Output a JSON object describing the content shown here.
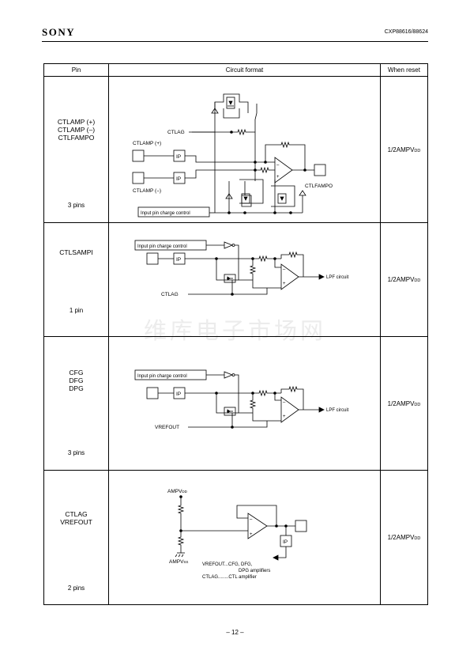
{
  "header": {
    "brand": "SONY",
    "part_number": "CXP88616/88624"
  },
  "watermark": "维库电子市场网",
  "table": {
    "headers": {
      "pin": "Pin",
      "circuit": "Circuit format",
      "reset": "When reset"
    },
    "rows": [
      {
        "pins": [
          "CTLAMP (+)",
          "CTLAMP (–)",
          "CTLFAMPO"
        ],
        "count": "3 pins",
        "reset_main": "1/2AMPV",
        "reset_sub": "DD",
        "circuit": {
          "ctlag": "CTLAG",
          "ctlamp_plus": "CTLAMP (+)",
          "ctlamp_minus": "CTLAMP (–)",
          "ip": "IP",
          "ctlfampo": "CTLFAMPO",
          "charge_control": "Input pin charge control"
        }
      },
      {
        "pins": [
          "CTLSAMPI"
        ],
        "count": "1 pin",
        "reset_main": "1/2AMPV",
        "reset_sub": "DD",
        "circuit": {
          "charge_control": "Input pin charge control",
          "ip": "IP",
          "lpf": "LPF circuit",
          "ref_label": "CTLAG"
        }
      },
      {
        "pins": [
          "CFG",
          "DFG",
          "DPG"
        ],
        "count": "3 pins",
        "reset_main": "1/2AMPV",
        "reset_sub": "DD",
        "circuit": {
          "charge_control": "Input pin charge control",
          "ip": "IP",
          "lpf": "LPF circuit",
          "ref_label": "VREFOUT"
        }
      },
      {
        "pins": [
          "CTLAG",
          "VREFOUT"
        ],
        "count": "2 pins",
        "reset_main": "1/2AMPV",
        "reset_sub": "DD",
        "circuit": {
          "ampvdd_main": "AMPV",
          "ampvdd_sub": "DD",
          "ampvss_main": "AMPV",
          "ampvss_sub": "SS",
          "ip": "IP",
          "note1": "VREFOUT...CFG, DFG,",
          "note2": "DPG amplifiers",
          "note3": "CTLAG........CTL amplifier"
        }
      }
    ]
  },
  "footer": {
    "page": "– 12 –"
  }
}
